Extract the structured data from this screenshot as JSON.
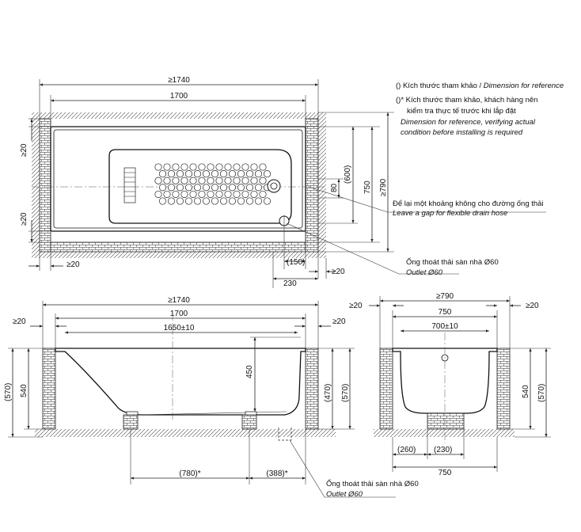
{
  "legend": {
    "ref_vi": "() Kích thước tham khảo / ",
    "ref_en": "Dimension for reference",
    "star_vi_1": "()* Kích thước tham khảo, khách hàng nên",
    "star_vi_2": "kiểm tra thực tế trước khi lắp đặt",
    "star_en_1": "Dimension for reference, verifying actual",
    "star_en_2": "condition before installing is required"
  },
  "callouts": {
    "gap_vi": "Để lại một khoảng không cho đường ống thải",
    "gap_en": "Leave a gap for flexible drain hose",
    "outlet_vi": "Ống thoát thải sàn nhà Ø60",
    "outlet_en": "Outlet Ø60"
  },
  "top_view": {
    "overall": "≥1740",
    "length": "1700",
    "width_overall": "≥790",
    "width": "750",
    "drain_offset": "(600)",
    "drain_gap": "80",
    "clear_left_top": "≥20",
    "clear_left_bottom": "≥20",
    "clear_bottom": "≥20",
    "clear_right": "≥20",
    "drain_x": "(150)",
    "drain_x2": "230"
  },
  "front_view": {
    "overall": "≥1740",
    "length": "1700",
    "inner": "1650±10",
    "clear_left": "≥20",
    "clear_right": "≥20",
    "total_height": "(570)",
    "height": "540",
    "depth": "450",
    "right_height": "(470)",
    "right_total": "(570)",
    "foot_span": "(780)*",
    "drain_span": "(388)*"
  },
  "side_view": {
    "overall": "≥790",
    "width": "750",
    "inner": "700±10",
    "clear_left": "≥20",
    "clear_right": "≥20",
    "height": "540",
    "total_height": "(570)",
    "foot_left": "(260)",
    "foot_right": "(230)",
    "base": "750"
  },
  "colors": {
    "line": "#222222",
    "background": "#ffffff"
  }
}
